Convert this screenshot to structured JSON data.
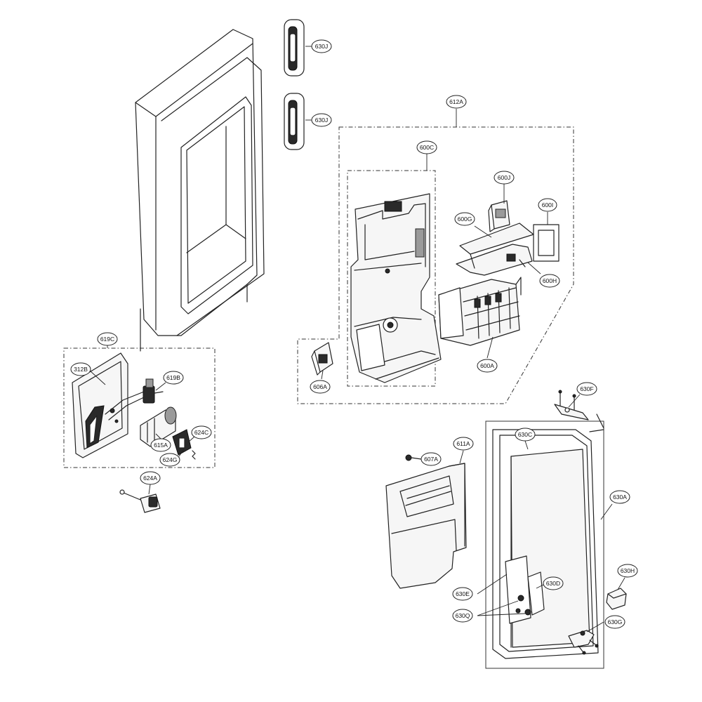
{
  "callouts": {
    "c630J_top": "630J",
    "c630J_mid": "630J",
    "c612A": "612A",
    "c600C": "600C",
    "c600J": "600J",
    "c600I": "600I",
    "c600G": "600G",
    "c600H": "600H",
    "c600A": "600A",
    "c606A": "606A",
    "c619C": "619C",
    "c312B": "312B",
    "c619B": "619B",
    "c624C": "624C",
    "c615A": "615A",
    "c624G": "624G",
    "c624A": "624A",
    "c630F": "630F",
    "c607A": "607A",
    "c611A": "611A",
    "c630C": "630C",
    "c630A": "630A",
    "c630H": "630H",
    "c630D": "630D",
    "c630E": "630E",
    "c630Q": "630Q",
    "c630G": "630G"
  },
  "colors": {
    "line": "#222222",
    "part_fill": "#f6f6f6",
    "background": "#ffffff"
  }
}
